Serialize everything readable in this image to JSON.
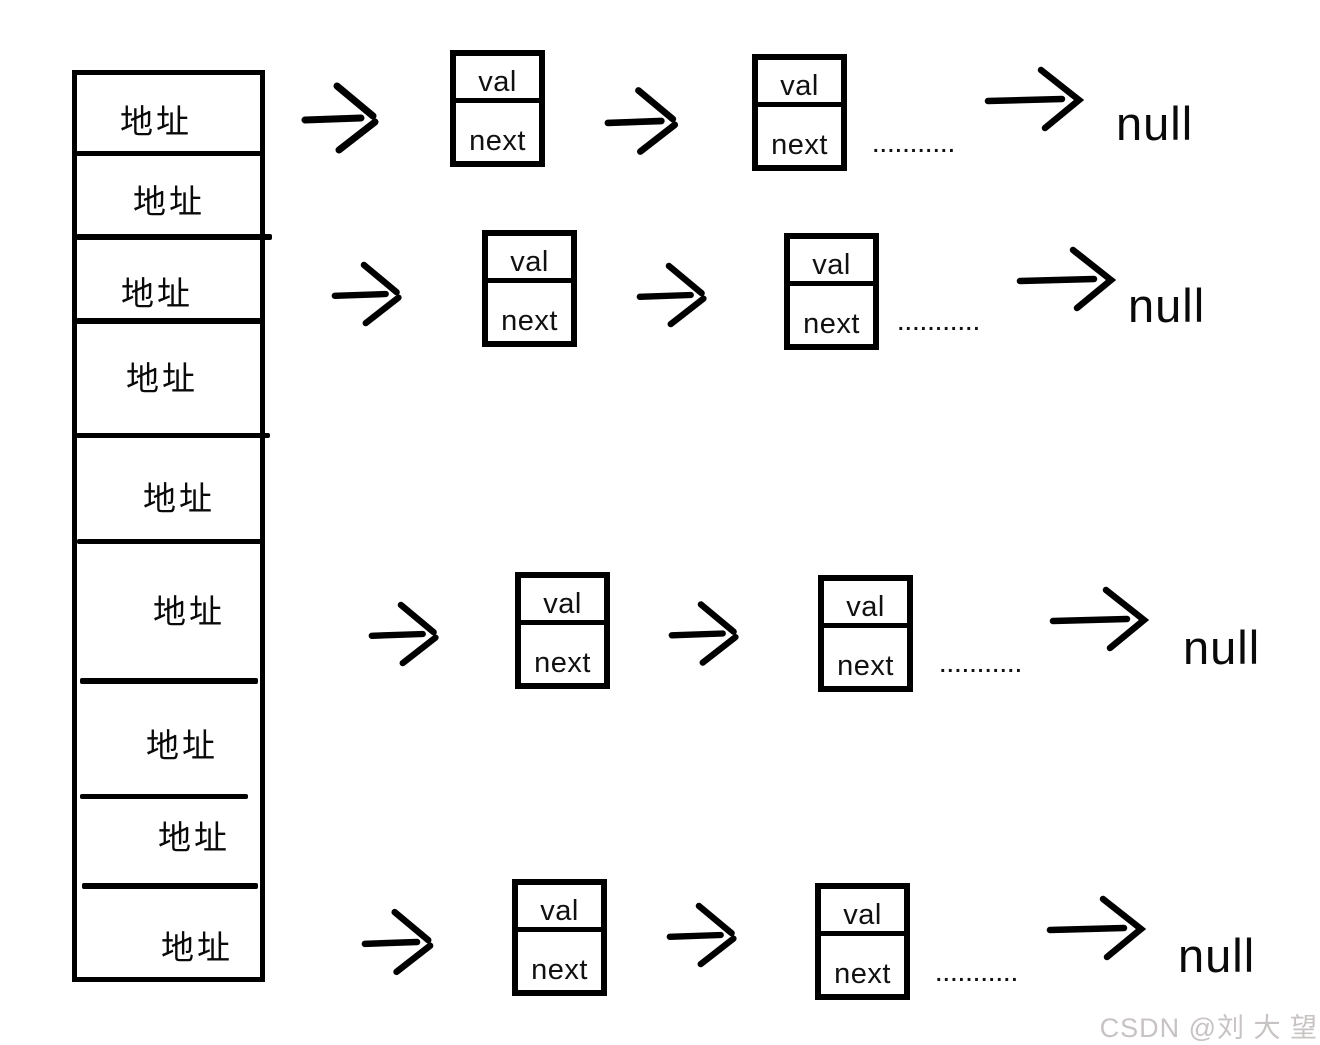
{
  "colors": {
    "ink": "#000000",
    "background": "#ffffff",
    "watermark": "#c8c3c3"
  },
  "array": {
    "cells": [
      "地址",
      "地址",
      "地址",
      "地址",
      "地址",
      "地址",
      "地址",
      "地址",
      "地址"
    ]
  },
  "lists": [
    {
      "node1": {
        "val": "val",
        "next": "next"
      },
      "node2": {
        "val": "val",
        "next": "next"
      },
      "dots": "...........",
      "null_label": "null"
    },
    {
      "node1": {
        "val": "val",
        "next": "next"
      },
      "node2": {
        "val": "val",
        "next": "next"
      },
      "dots": "...........",
      "null_label": "null"
    },
    {
      "node1": {
        "val": "val",
        "next": "next"
      },
      "node2": {
        "val": "val",
        "next": "next"
      },
      "dots": "...........",
      "null_label": "null"
    },
    {
      "node1": {
        "val": "val",
        "next": "next"
      },
      "node2": {
        "val": "val",
        "next": "next"
      },
      "dots": "...........",
      "null_label": "null"
    }
  ],
  "watermark": "CSDN @刘 大 望"
}
